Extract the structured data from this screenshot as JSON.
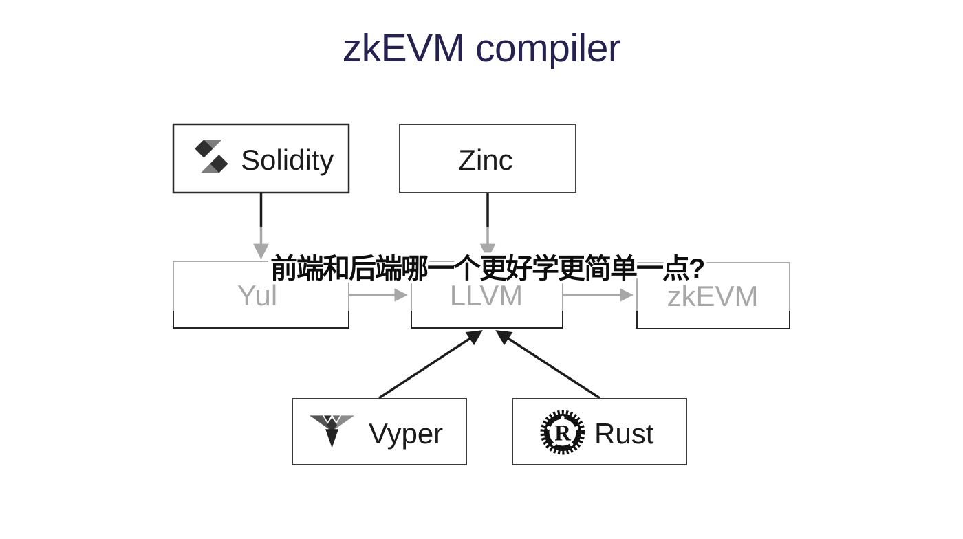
{
  "title": "zkEVM compiler",
  "overlay_text": "前端和后端哪一个更好学更简单一点?",
  "diagram": {
    "nodes": [
      {
        "id": "solidity",
        "label": "Solidity",
        "icon": "solidity-logo"
      },
      {
        "id": "zinc",
        "label": "Zinc",
        "icon": null
      },
      {
        "id": "yul",
        "label": "Yul",
        "icon": null
      },
      {
        "id": "llvm",
        "label": "LLVM",
        "icon": null
      },
      {
        "id": "zkevm",
        "label": "zkEVM",
        "icon": null
      },
      {
        "id": "vyper",
        "label": "Vyper",
        "icon": "vyper-logo"
      },
      {
        "id": "rust",
        "label": "Rust",
        "icon": "rust-gear-logo"
      }
    ],
    "edges": [
      {
        "from": "Solidity",
        "to": "Yul"
      },
      {
        "from": "Zinc",
        "to": "LLVM"
      },
      {
        "from": "Yul",
        "to": "LLVM"
      },
      {
        "from": "LLVM",
        "to": "zkEVM"
      },
      {
        "from": "Vyper",
        "to": "LLVM"
      },
      {
        "from": "Rust",
        "to": "LLVM"
      }
    ],
    "rust_logo_letter": "R"
  },
  "colors": {
    "title": "#262250",
    "node_border_dark": "#2b2b2b",
    "faded_gray": "#a5a5a5",
    "arrow_dark": "#1c1c1c",
    "background": "#ffffff"
  }
}
